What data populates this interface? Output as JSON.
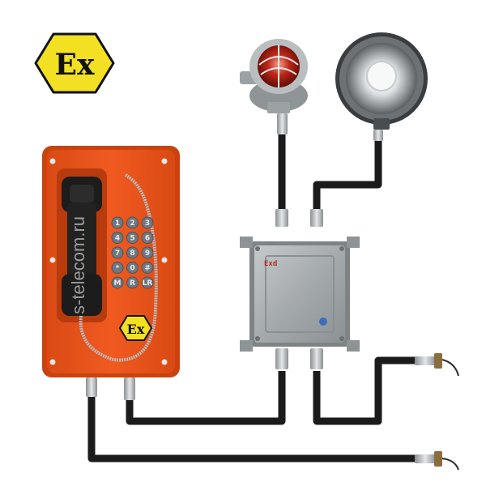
{
  "product": {
    "ex_mark": "Ex",
    "junction_box_label": "Exd",
    "watermark": "s-telecom.ru",
    "keypad": [
      [
        "1",
        "2",
        "3"
      ],
      [
        "4",
        "5",
        "6"
      ],
      [
        "7",
        "8",
        "9"
      ],
      [
        "*",
        "0",
        "#"
      ],
      [
        "M",
        "R",
        "LR"
      ]
    ]
  },
  "colors": {
    "phone_body": "#e8531a",
    "ex_yellow": "#f3e022",
    "cable": "#1b1b1b",
    "junction_box": "#9ea3a6",
    "key": "#6f7880"
  },
  "icons": {
    "beacon": "explosion-proof-beacon-icon",
    "horn": "explosion-proof-horn-speaker-icon",
    "handset": "telephone-handset-icon"
  }
}
